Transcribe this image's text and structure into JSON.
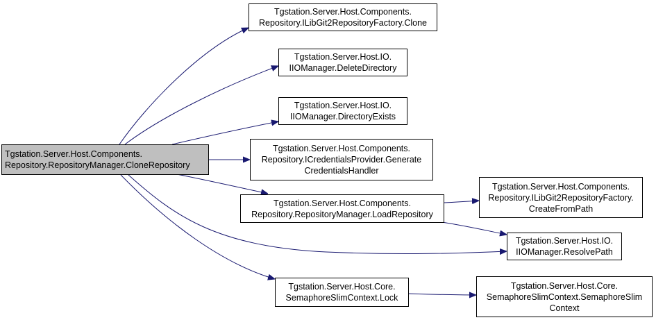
{
  "graph": {
    "colors": {
      "edge": "#191970",
      "root_fill": "#bfbfbf",
      "node_fill": "#ffffff",
      "border": "#000000"
    },
    "nodes": {
      "root": {
        "lines": [
          "Tgstation.Server.Host.Components.",
          "Repository.RepositoryManager.CloneRepository"
        ]
      },
      "clone": {
        "lines": [
          "Tgstation.Server.Host.Components.",
          "Repository.ILibGit2RepositoryFactory.Clone"
        ]
      },
      "delete_dir": {
        "lines": [
          "Tgstation.Server.Host.IO.",
          "IIOManager.DeleteDirectory"
        ]
      },
      "dir_exists": {
        "lines": [
          "Tgstation.Server.Host.IO.",
          "IIOManager.DirectoryExists"
        ]
      },
      "gen_creds": {
        "lines": [
          "Tgstation.Server.Host.Components.",
          "Repository.ICredentialsProvider.Generate",
          "CredentialsHandler"
        ]
      },
      "load_repo": {
        "lines": [
          "Tgstation.Server.Host.Components.",
          "Repository.RepositoryManager.LoadRepository"
        ]
      },
      "create_from_path": {
        "lines": [
          "Tgstation.Server.Host.Components.",
          "Repository.ILibGit2RepositoryFactory.",
          "CreateFromPath"
        ]
      },
      "resolve_path": {
        "lines": [
          "Tgstation.Server.Host.IO.",
          "IIOManager.ResolvePath"
        ]
      },
      "lock": {
        "lines": [
          "Tgstation.Server.Host.Core.",
          "SemaphoreSlimContext.Lock"
        ]
      },
      "ssc_ctor": {
        "lines": [
          "Tgstation.Server.Host.Core.",
          "SemaphoreSlimContext.SemaphoreSlim",
          "Context"
        ]
      }
    }
  }
}
